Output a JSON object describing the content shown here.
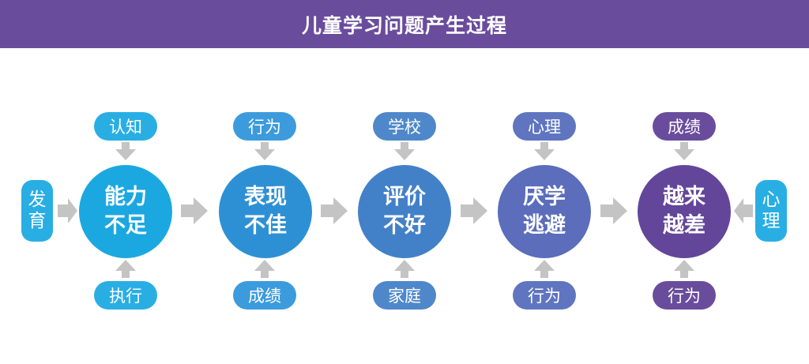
{
  "title": "儿童学习问题产生过程",
  "colors": {
    "header": "#6a4c9c",
    "arrow": "#c4c4c4"
  },
  "left_factor": {
    "line1": "发",
    "line2": "育",
    "color": "#29aee4"
  },
  "right_factor": {
    "line1": "心",
    "line2": "理",
    "color": "#29aee4"
  },
  "stages": [
    {
      "line1": "能力",
      "line2": "不足",
      "top": "认知",
      "bottom": "执行",
      "color": "#1ba8e0",
      "pill_color": "#29aee4"
    },
    {
      "line1": "表现",
      "line2": "不佳",
      "top": "行为",
      "bottom": "成绩",
      "color": "#2e90d4",
      "pill_color": "#3c9bdc"
    },
    {
      "line1": "评价",
      "line2": "不好",
      "top": "学校",
      "bottom": "家庭",
      "color": "#4281c8",
      "pill_color": "#4f88ca"
    },
    {
      "line1": "厌学",
      "line2": "逃避",
      "top": "心理",
      "bottom": "行为",
      "color": "#5b6dbb",
      "pill_color": "#5f75c0"
    },
    {
      "line1": "越来",
      "line2": "越差",
      "top": "成绩",
      "bottom": "行为",
      "color": "#63469a",
      "pill_color": "#6a4c9c"
    }
  ]
}
